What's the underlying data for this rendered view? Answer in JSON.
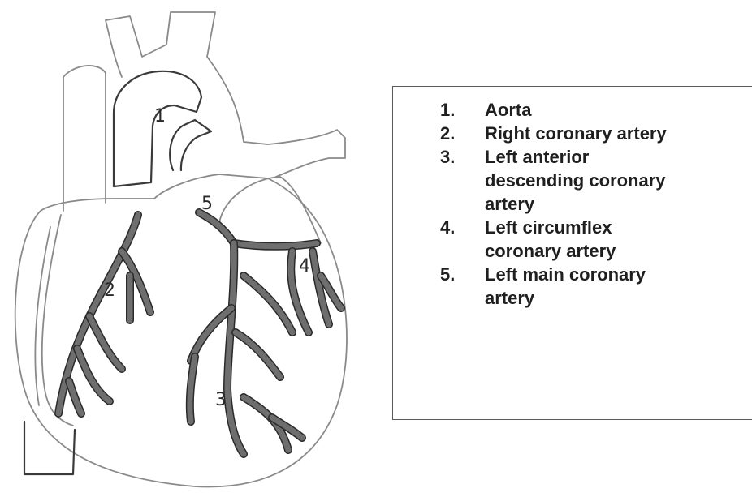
{
  "diagram": {
    "labels": {
      "aorta": "1",
      "right_coronary": "2",
      "left_anterior_descending": "3",
      "left_circumflex": "4",
      "left_main": "5"
    }
  },
  "legend": {
    "items": [
      {
        "num": "1.",
        "lines": [
          "Aorta"
        ]
      },
      {
        "num": "2.",
        "lines": [
          "Right coronary artery"
        ]
      },
      {
        "num": "3.",
        "lines": [
          "Left anterior",
          "descending coronary",
          "artery"
        ]
      },
      {
        "num": "4.",
        "lines": [
          "Left circumflex",
          "coronary artery"
        ]
      },
      {
        "num": "5.",
        "lines": [
          "Left main coronary",
          "artery"
        ]
      }
    ]
  }
}
